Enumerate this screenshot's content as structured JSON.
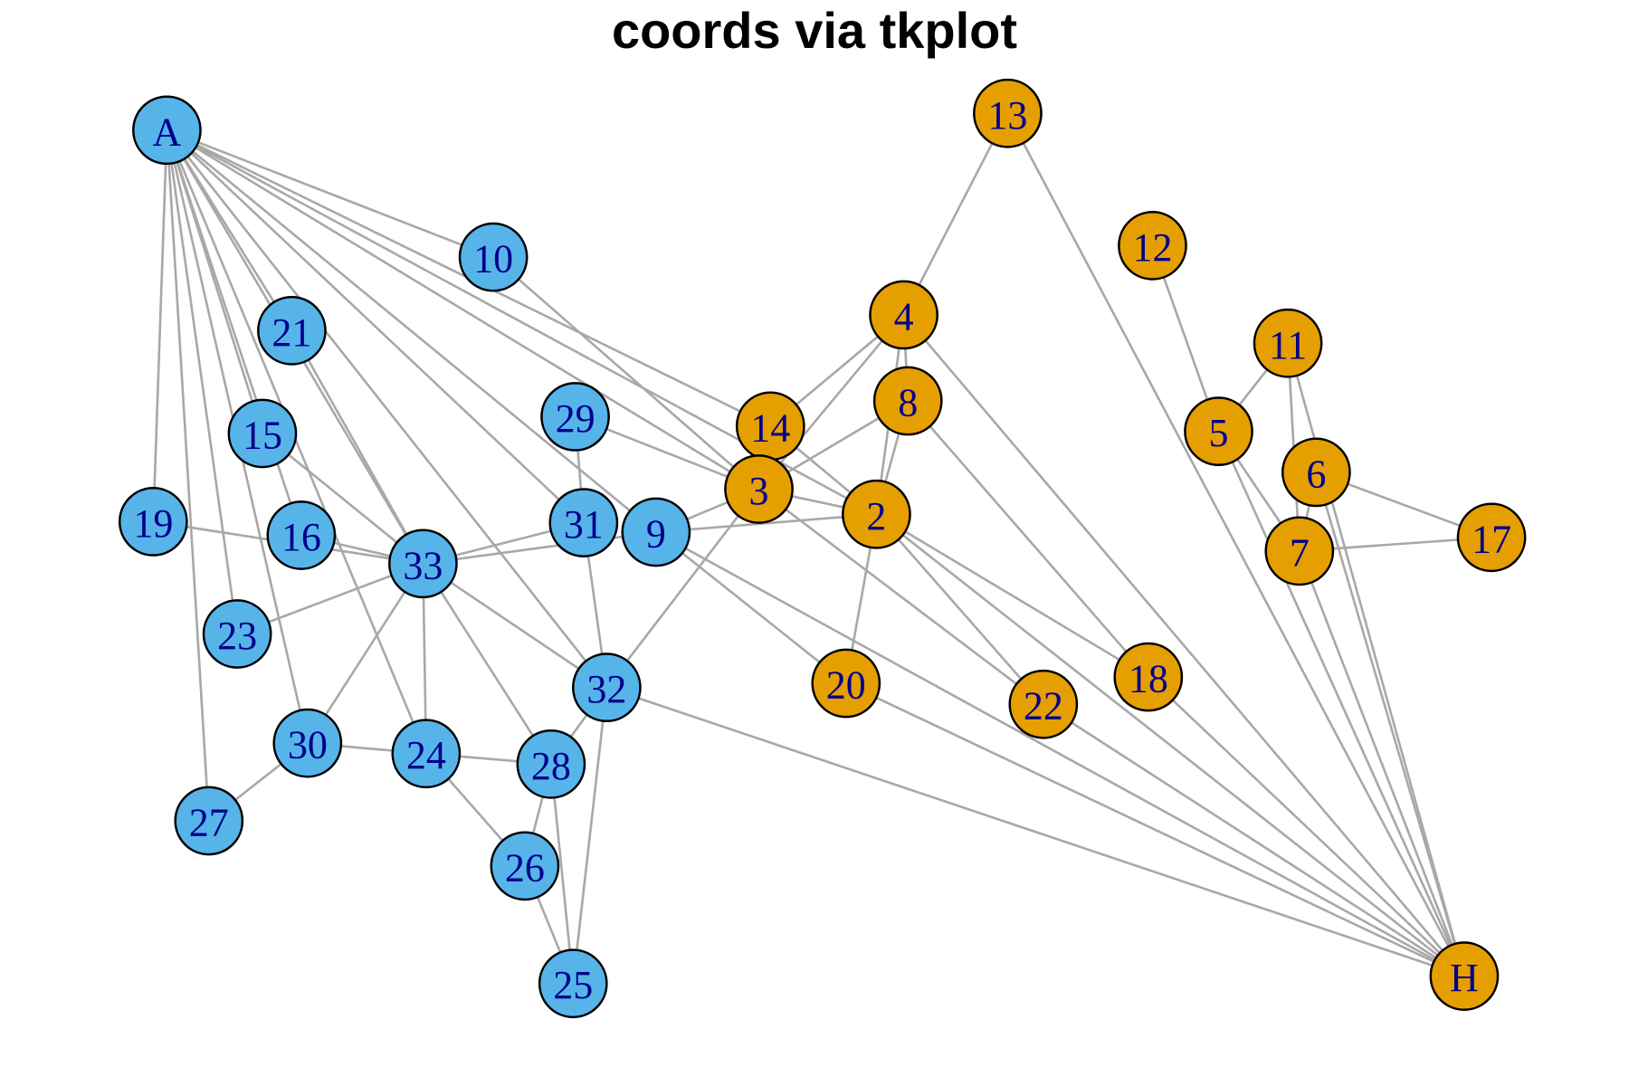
{
  "title": "coords via tkplot",
  "colors": {
    "group_a": "#56b4e9",
    "group_h": "#e69f00",
    "edge": "#a8a8a8",
    "label": "#00008b",
    "outline": "#000000"
  },
  "nodes": [
    {
      "id": "A",
      "group": "a"
    },
    {
      "id": "10",
      "group": "a"
    },
    {
      "id": "21",
      "group": "a"
    },
    {
      "id": "15",
      "group": "a"
    },
    {
      "id": "19",
      "group": "a"
    },
    {
      "id": "16",
      "group": "a"
    },
    {
      "id": "33",
      "group": "a"
    },
    {
      "id": "23",
      "group": "a"
    },
    {
      "id": "29",
      "group": "a"
    },
    {
      "id": "31",
      "group": "a"
    },
    {
      "id": "9",
      "group": "a"
    },
    {
      "id": "32",
      "group": "a"
    },
    {
      "id": "30",
      "group": "a"
    },
    {
      "id": "24",
      "group": "a"
    },
    {
      "id": "28",
      "group": "a"
    },
    {
      "id": "27",
      "group": "a"
    },
    {
      "id": "26",
      "group": "a"
    },
    {
      "id": "25",
      "group": "a"
    },
    {
      "id": "13",
      "group": "h"
    },
    {
      "id": "12",
      "group": "h"
    },
    {
      "id": "4",
      "group": "h"
    },
    {
      "id": "11",
      "group": "h"
    },
    {
      "id": "8",
      "group": "h"
    },
    {
      "id": "14",
      "group": "h"
    },
    {
      "id": "5",
      "group": "h"
    },
    {
      "id": "6",
      "group": "h"
    },
    {
      "id": "3",
      "group": "h"
    },
    {
      "id": "2",
      "group": "h"
    },
    {
      "id": "7",
      "group": "h"
    },
    {
      "id": "17",
      "group": "h"
    },
    {
      "id": "20",
      "group": "h"
    },
    {
      "id": "22",
      "group": "h"
    },
    {
      "id": "18",
      "group": "h"
    },
    {
      "id": "H",
      "group": "h"
    }
  ],
  "edges": [
    [
      "A",
      "19"
    ],
    [
      "A",
      "27"
    ],
    [
      "A",
      "23"
    ],
    [
      "A",
      "30"
    ],
    [
      "A",
      "16"
    ],
    [
      "A",
      "15"
    ],
    [
      "A",
      "21"
    ],
    [
      "A",
      "33"
    ],
    [
      "A",
      "24"
    ],
    [
      "A",
      "32"
    ],
    [
      "A",
      "31"
    ],
    [
      "A",
      "9"
    ],
    [
      "A",
      "2"
    ],
    [
      "A",
      "3"
    ],
    [
      "A",
      "10"
    ],
    [
      "A",
      "14"
    ],
    [
      "10",
      "3"
    ],
    [
      "21",
      "33"
    ],
    [
      "15",
      "33"
    ],
    [
      "19",
      "33"
    ],
    [
      "16",
      "33"
    ],
    [
      "23",
      "33"
    ],
    [
      "29",
      "31"
    ],
    [
      "29",
      "3"
    ],
    [
      "31",
      "33"
    ],
    [
      "31",
      "32"
    ],
    [
      "9",
      "33"
    ],
    [
      "9",
      "3"
    ],
    [
      "9",
      "2"
    ],
    [
      "9",
      "20"
    ],
    [
      "9",
      "H"
    ],
    [
      "32",
      "33"
    ],
    [
      "32",
      "3"
    ],
    [
      "32",
      "28"
    ],
    [
      "32",
      "25"
    ],
    [
      "32",
      "H"
    ],
    [
      "33",
      "30"
    ],
    [
      "33",
      "24"
    ],
    [
      "33",
      "28"
    ],
    [
      "30",
      "24"
    ],
    [
      "30",
      "27"
    ],
    [
      "24",
      "28"
    ],
    [
      "24",
      "26"
    ],
    [
      "28",
      "26"
    ],
    [
      "28",
      "25"
    ],
    [
      "26",
      "25"
    ],
    [
      "13",
      "4"
    ],
    [
      "13",
      "H"
    ],
    [
      "12",
      "5"
    ],
    [
      "11",
      "5"
    ],
    [
      "11",
      "7"
    ],
    [
      "11",
      "H"
    ],
    [
      "4",
      "14"
    ],
    [
      "4",
      "3"
    ],
    [
      "4",
      "8"
    ],
    [
      "4",
      "2"
    ],
    [
      "4",
      "H"
    ],
    [
      "8",
      "3"
    ],
    [
      "8",
      "2"
    ],
    [
      "8",
      "18"
    ],
    [
      "14",
      "2"
    ],
    [
      "3",
      "2"
    ],
    [
      "3",
      "22"
    ],
    [
      "2",
      "20"
    ],
    [
      "2",
      "22"
    ],
    [
      "2",
      "18"
    ],
    [
      "2",
      "H"
    ],
    [
      "5",
      "7"
    ],
    [
      "5",
      "H"
    ],
    [
      "6",
      "17"
    ],
    [
      "6",
      "7"
    ],
    [
      "6",
      "H"
    ],
    [
      "7",
      "17"
    ],
    [
      "7",
      "H"
    ],
    [
      "20",
      "H"
    ],
    [
      "22",
      "H"
    ],
    [
      "18",
      "H"
    ]
  ]
}
